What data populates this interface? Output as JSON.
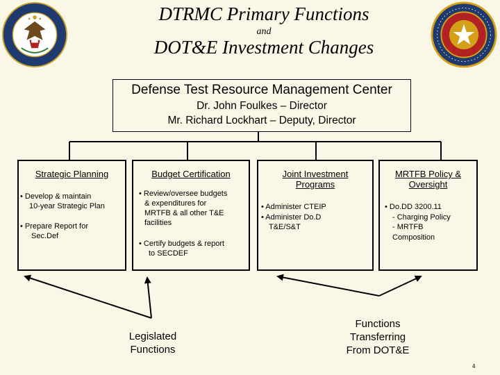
{
  "header": {
    "title_line1": "DTRMC Primary Functions",
    "title_conj": "and",
    "title_line2": "DOT&E Investment Changes"
  },
  "logos": {
    "left": "department-of-defense-seal",
    "right": "operational-test-and-evaluation-director-seal"
  },
  "center": {
    "heading": "Defense Test Resource Management Center",
    "line1": "Dr. John Foulkes – Director",
    "line2": "Mr. Richard Lockhart – Deputy, Director"
  },
  "boxes": {
    "b1": {
      "title": "Strategic Planning",
      "items": [
        "•  Develop & maintain",
        "10-year Strategic Plan",
        "•  Prepare Report for",
        "Sec.Def"
      ]
    },
    "b2": {
      "title": "Budget Certification",
      "items": [
        "• Review/oversee budgets",
        "& expenditures for",
        "MRTFB & all other T&E",
        "facilities",
        "•  Certify budgets & report",
        "to SECDEF"
      ]
    },
    "b3": {
      "title_l1": "Joint Investment",
      "title_l2": "Programs",
      "items": [
        "•  Administer CTEIP",
        "•  Administer Do.D",
        "T&E/S&T"
      ]
    },
    "b4": {
      "title_l1": "MRTFB Policy &",
      "title_l2": "Oversight",
      "items": [
        "•  Do.DD 3200.11",
        "- Charging Policy",
        "- MRTFB",
        "Composition"
      ]
    }
  },
  "bottom": {
    "left_l1": "Legislated",
    "left_l2": "Functions",
    "right_l1": "Functions",
    "right_l2": "Transferring",
    "right_l3": "From DOT&E"
  },
  "page_number": "4",
  "colors": {
    "background": "#FBF7E6",
    "lines": "#000000",
    "seal_blue": "#1F3A6E",
    "seal_red": "#B22222",
    "seal_gold": "#D4A017"
  }
}
